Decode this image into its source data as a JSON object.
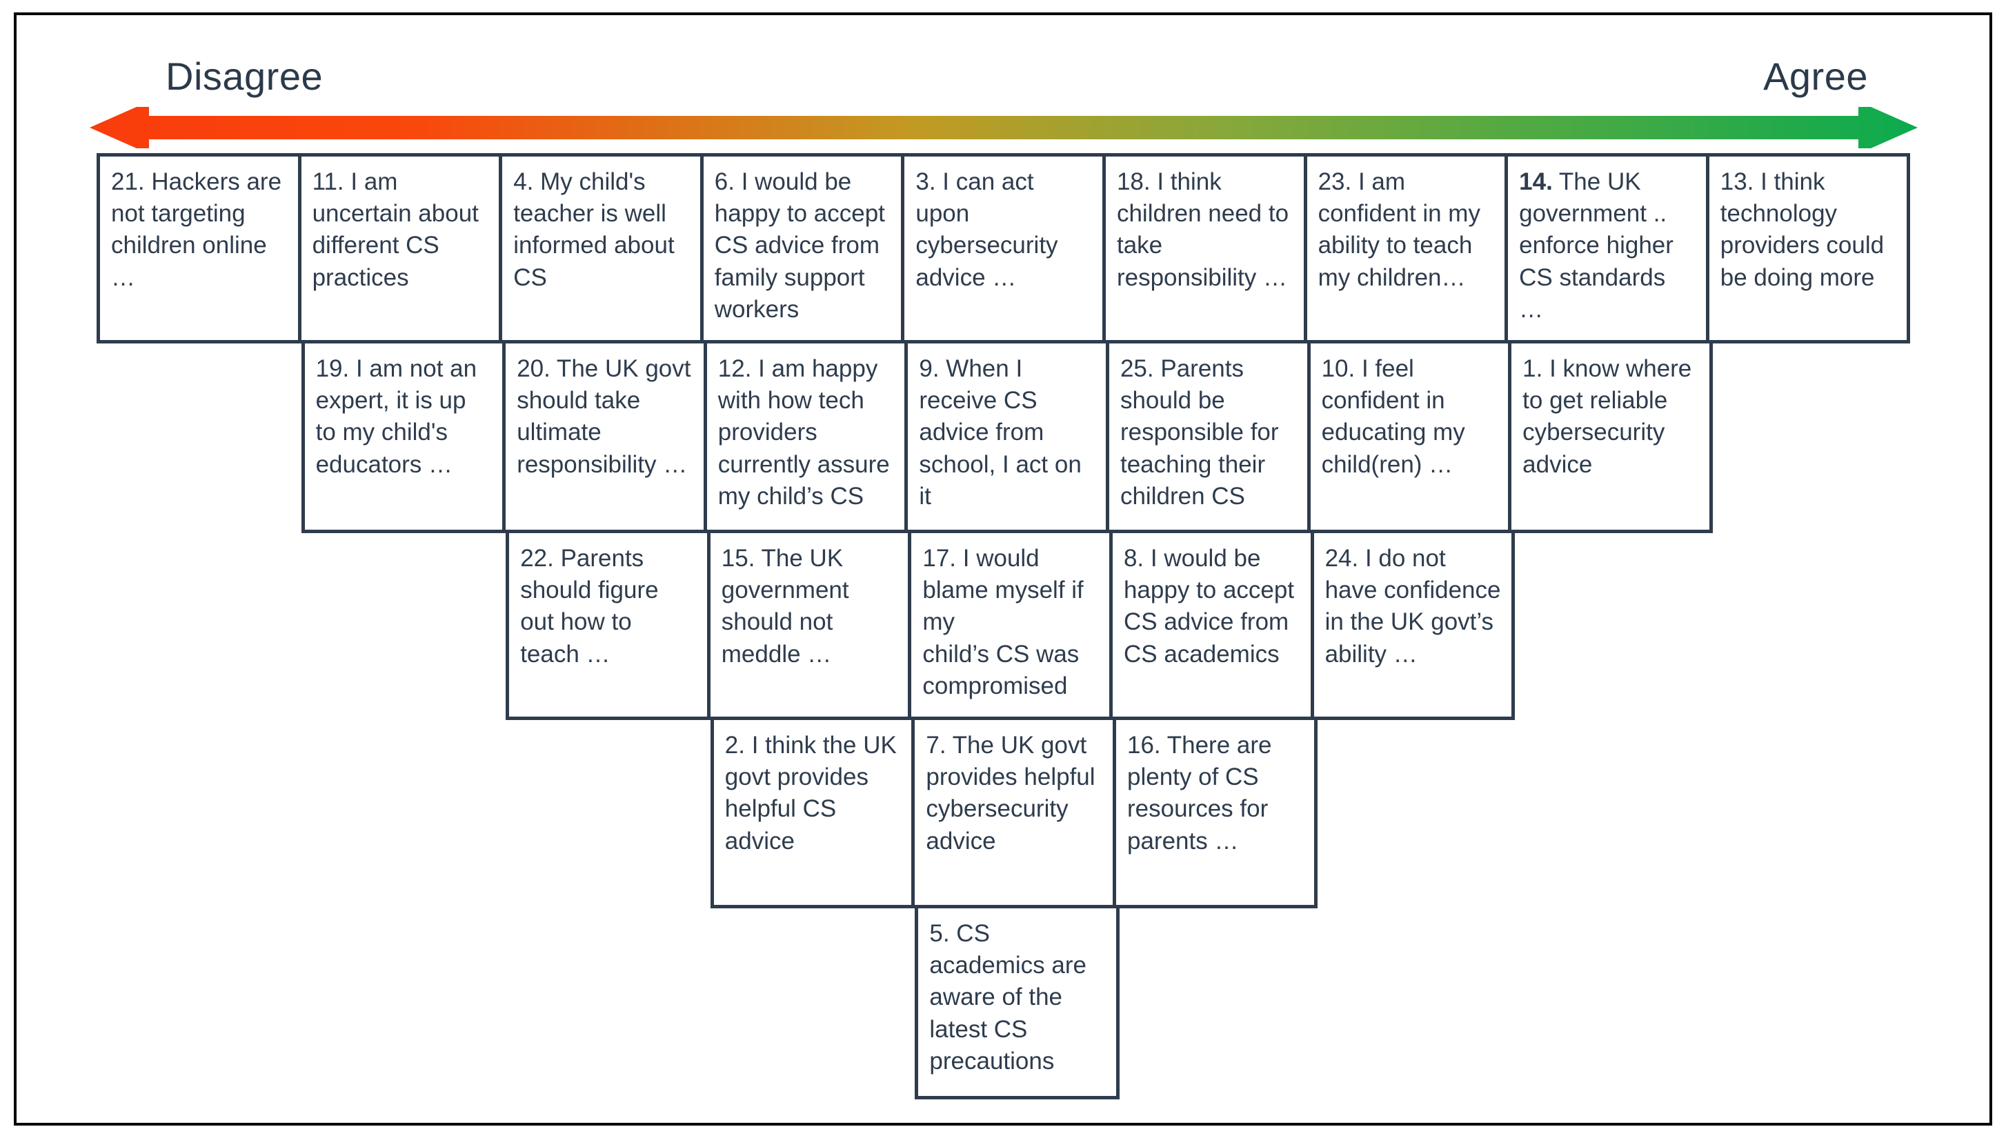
{
  "axis": {
    "left_label": "Disagree",
    "right_label": "Agree",
    "left_color": "#f93c0c",
    "mid_color": "#b6a823",
    "right_color": "#0bab4e"
  },
  "grid": {
    "columns": 9,
    "rows": [
      {
        "offset": 0,
        "cells": [
          {
            "id": "item-21",
            "number": "21.",
            "bold_number": false,
            "text": "21. Hackers are not targeting children online …"
          },
          {
            "id": "item-11",
            "number": "11.",
            "bold_number": false,
            "text": "11.  I am uncertain about different CS practices"
          },
          {
            "id": "item-4",
            "number": "4.",
            "bold_number": false,
            "text": "4. My child's teacher is well informed about CS"
          },
          {
            "id": "item-6",
            "number": "6.",
            "bold_number": false,
            "text": "6. I would be happy to accept CS advice from family support workers"
          },
          {
            "id": "item-3",
            "number": "3.",
            "bold_number": false,
            "text": "3. I can act upon cybersecurity advice …"
          },
          {
            "id": "item-18",
            "number": "18.",
            "bold_number": false,
            "text": "18. I think children need to take responsibility …"
          },
          {
            "id": "item-23",
            "number": "23.",
            "bold_number": false,
            "text": "23. I am confident in my ability to teach my children…"
          },
          {
            "id": "item-14",
            "number": "14.",
            "bold_number": true,
            "text": "14. The UK government .. enforce higher CS standards …"
          },
          {
            "id": "item-13",
            "number": "13.",
            "bold_number": false,
            "text": "13. I think technology providers could be doing more"
          }
        ]
      },
      {
        "offset": 1,
        "cells": [
          {
            "id": "item-19",
            "number": "19.",
            "bold_number": false,
            "text": "19. I am not an expert, it is up to my child's educators …"
          },
          {
            "id": "item-20",
            "number": "20.",
            "bold_number": false,
            "text": "20. The UK govt should take ultimate responsibility …"
          },
          {
            "id": "item-12",
            "number": "12.",
            "bold_number": false,
            "text": "12. I am happy with how tech providers currently assure my child’s CS"
          },
          {
            "id": "item-9",
            "number": "9.",
            "bold_number": false,
            "text": "9. When I receive CS advice from school, I act on it"
          },
          {
            "id": "item-25",
            "number": "25.",
            "bold_number": false,
            "text": "25. Parents should be responsible for teaching their children CS"
          },
          {
            "id": "item-10",
            "number": "10.",
            "bold_number": false,
            "text": "10. I feel confident in educating my child(ren) …"
          },
          {
            "id": "item-1",
            "number": "1.",
            "bold_number": false,
            "text": "1. I know where to get reliable cybersecurity advice"
          }
        ]
      },
      {
        "offset": 2,
        "cells": [
          {
            "id": "item-22",
            "number": "22.",
            "bold_number": false,
            "text": "22. Parents should figure out how to teach …"
          },
          {
            "id": "item-15",
            "number": "15.",
            "bold_number": false,
            "text": "15. The UK government should not meddle …"
          },
          {
            "id": "item-17",
            "number": "17.",
            "bold_number": false,
            "text": "17. I would blame myself if my\nchild’s CS was compromised"
          },
          {
            "id": "item-8",
            "number": "8.",
            "bold_number": false,
            "text": "8. I would be happy to accept CS advice from CS academics"
          },
          {
            "id": "item-24",
            "number": "24.",
            "bold_number": false,
            "text": "24. I do not have confidence in the UK govt’s ability …"
          }
        ]
      },
      {
        "offset": 3,
        "cells": [
          {
            "id": "item-2",
            "number": "2.",
            "bold_number": false,
            "text": "2. I think the UK govt provides helpful CS advice"
          },
          {
            "id": "item-7",
            "number": "7.",
            "bold_number": false,
            "text": "7. The UK govt provides helpful cybersecurity advice"
          },
          {
            "id": "item-16",
            "number": "16.",
            "bold_number": false,
            "text": "16. There are plenty of CS resources for parents …"
          }
        ]
      },
      {
        "offset": 4,
        "cells": [
          {
            "id": "item-5",
            "number": "5.",
            "bold_number": false,
            "text": "5. CS academics are aware of the latest CS precautions"
          }
        ]
      }
    ]
  }
}
